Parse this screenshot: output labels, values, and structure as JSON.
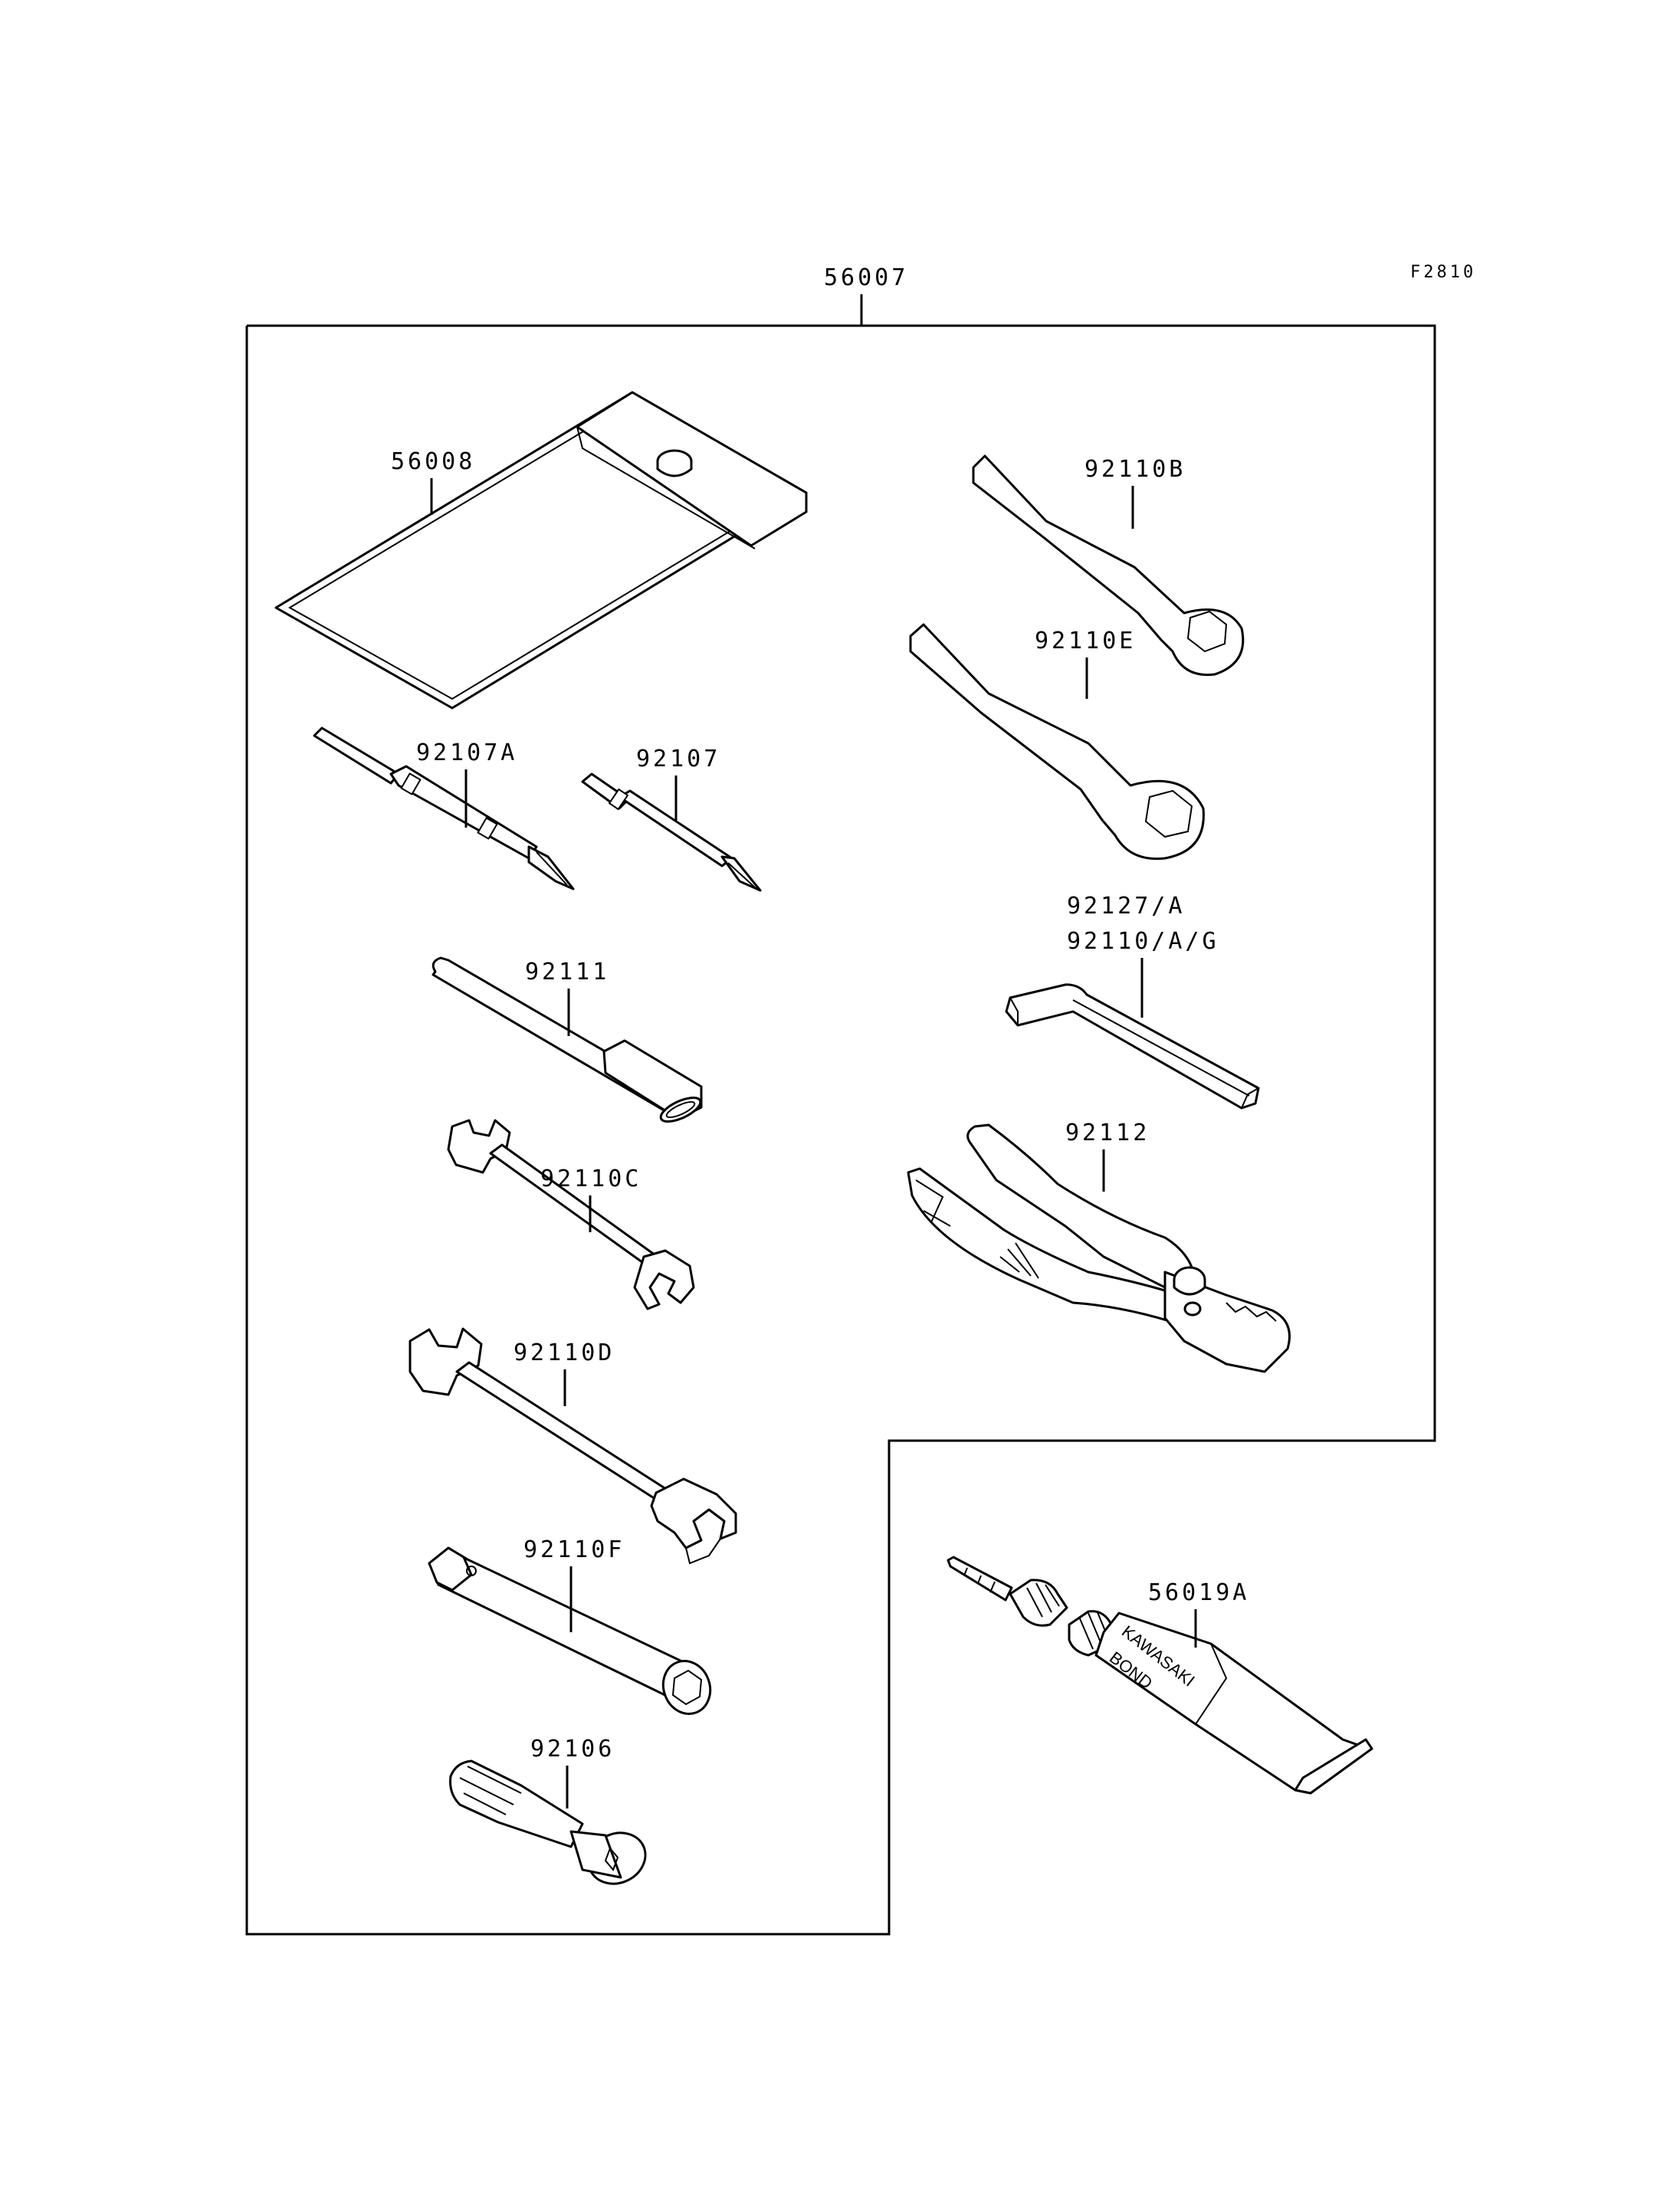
{
  "figure_code": "F2810",
  "assembly_label": "56007",
  "parts": {
    "pouch": "56008",
    "screwdriver_a": "92107A",
    "screwdriver": "92107",
    "handle": "92111",
    "wrench_c": "92110C",
    "wrench_d": "92110D",
    "box_wrench": "92110F",
    "adapter": "92106",
    "ring_wrench_b": "92110B",
    "ring_wrench_e": "92110E",
    "hex_key_1": "92127/A",
    "hex_key_2": "92110/A/G",
    "pliers": "92112",
    "bond_tube": "56019A"
  },
  "tube_text": [
    "KAWASAKI",
    "BOND"
  ]
}
